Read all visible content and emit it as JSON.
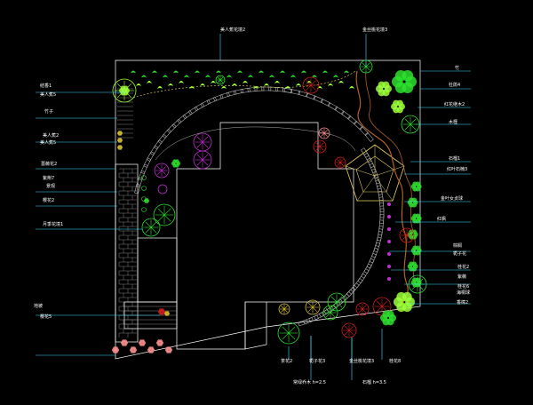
{
  "drawing": {
    "background": "#000000",
    "colors": {
      "outline": "#ffffff",
      "leader": "#3fe0ff",
      "path": "#b0b0b0",
      "tree_green": "#2ee02e",
      "tree_light": "#9cff3a",
      "tree_red": "#d02020",
      "tree_magenta": "#c030d0",
      "tree_yellow": "#d8c030",
      "tree_pink": "#ff9090",
      "brick": "#a0a0a0"
    },
    "labels": {
      "top": [
        "美人蕉花境2",
        "金丝桃花境3"
      ],
      "left": [
        "结香1",
        "美人蕉5",
        "竹子",
        "美人蕉2",
        "美人蕉5",
        "蔷薇花2",
        "紫荆7",
        "景观",
        "樱花2",
        "月季花境1",
        "地被",
        "樱花5"
      ],
      "right": [
        "竹",
        "杜鹃4",
        "红花继木2",
        "木槿",
        "石榴1",
        "红叶石楠3",
        "金叶女贞球",
        "红枫",
        "棕榈",
        "栀子花",
        "桂花2",
        "紫薇",
        "桂花6",
        "海桐球",
        "香樟2"
      ],
      "bottom": [
        "茶花2",
        "栀子花3",
        "金丝桃花境3",
        "桂花8"
      ],
      "bottom_notes": [
        "常绿乔木 h=2.5",
        "石榴 h=3.5"
      ]
    }
  }
}
